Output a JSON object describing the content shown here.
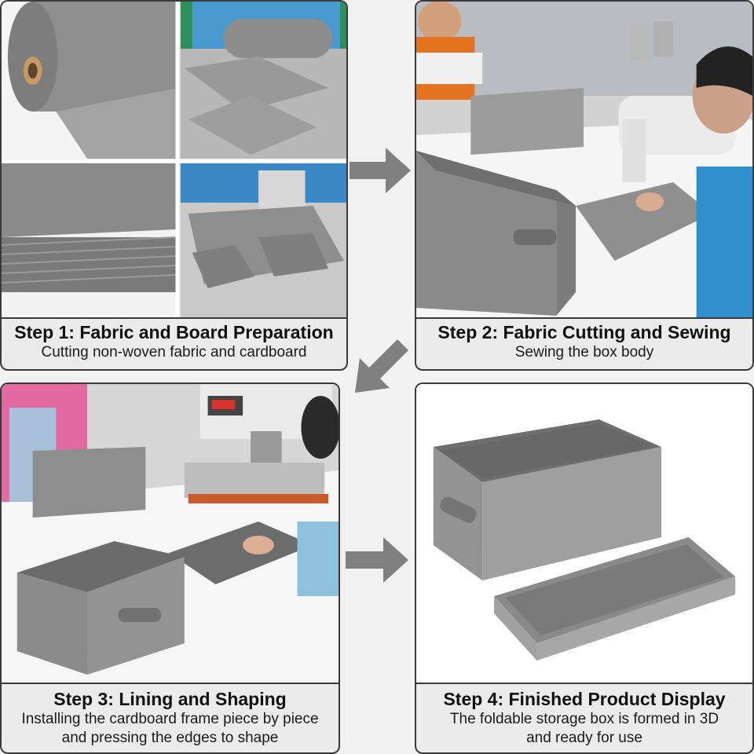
{
  "steps": [
    {
      "title": "Step 1: Fabric and Board Preparation",
      "description": "Cutting non-woven fabric and cardboard"
    },
    {
      "title": "Step 2: Fabric Cutting and Sewing",
      "description": "Sewing the box body"
    },
    {
      "title": "Step 3: Lining and Shaping",
      "description": "Installing the cardboard frame piece by piece and pressing the edges to shape"
    },
    {
      "title": "Step 4: Finished Product Display",
      "description": "The foldable storage box is formed in 3D and ready for use"
    }
  ],
  "colors": {
    "fabric_gray": "#9a9a9a",
    "frame_border": "#3a3a3a",
    "arrow_gray": "#808080",
    "machine_blue": "#3f8fc4"
  },
  "icons": [
    "arrow-right-icon",
    "arrow-down-left-icon",
    "arrow-right-icon"
  ]
}
